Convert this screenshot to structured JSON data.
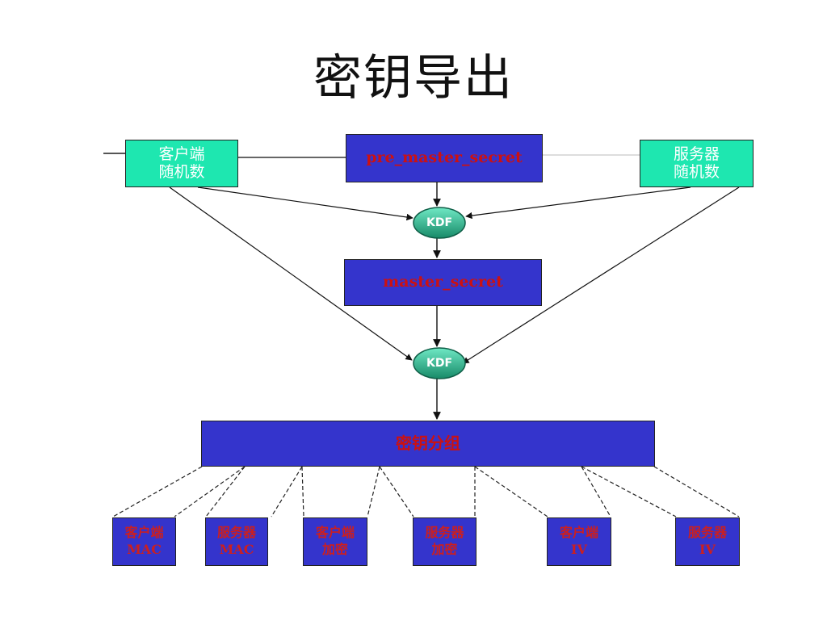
{
  "title": "密钥导出",
  "top": {
    "client_random": "客户端\n随机数",
    "pre_master": "pre_master_secret",
    "server_random": "服务器\n随机数"
  },
  "kdf_label": "KDF",
  "master": "master_secret",
  "key_block": "密钥分组",
  "leaves": [
    "客户端\nMAC",
    "服务器\nMAC",
    "客户端\n加密",
    "服务器\n加密",
    "客户端\nIV",
    "服务器\nIV"
  ],
  "colors": {
    "green_box": "#1ee7b0",
    "blue_box": "#3434cc",
    "red_text": "#cc1111",
    "kdf_fill": "#1e9e78"
  }
}
